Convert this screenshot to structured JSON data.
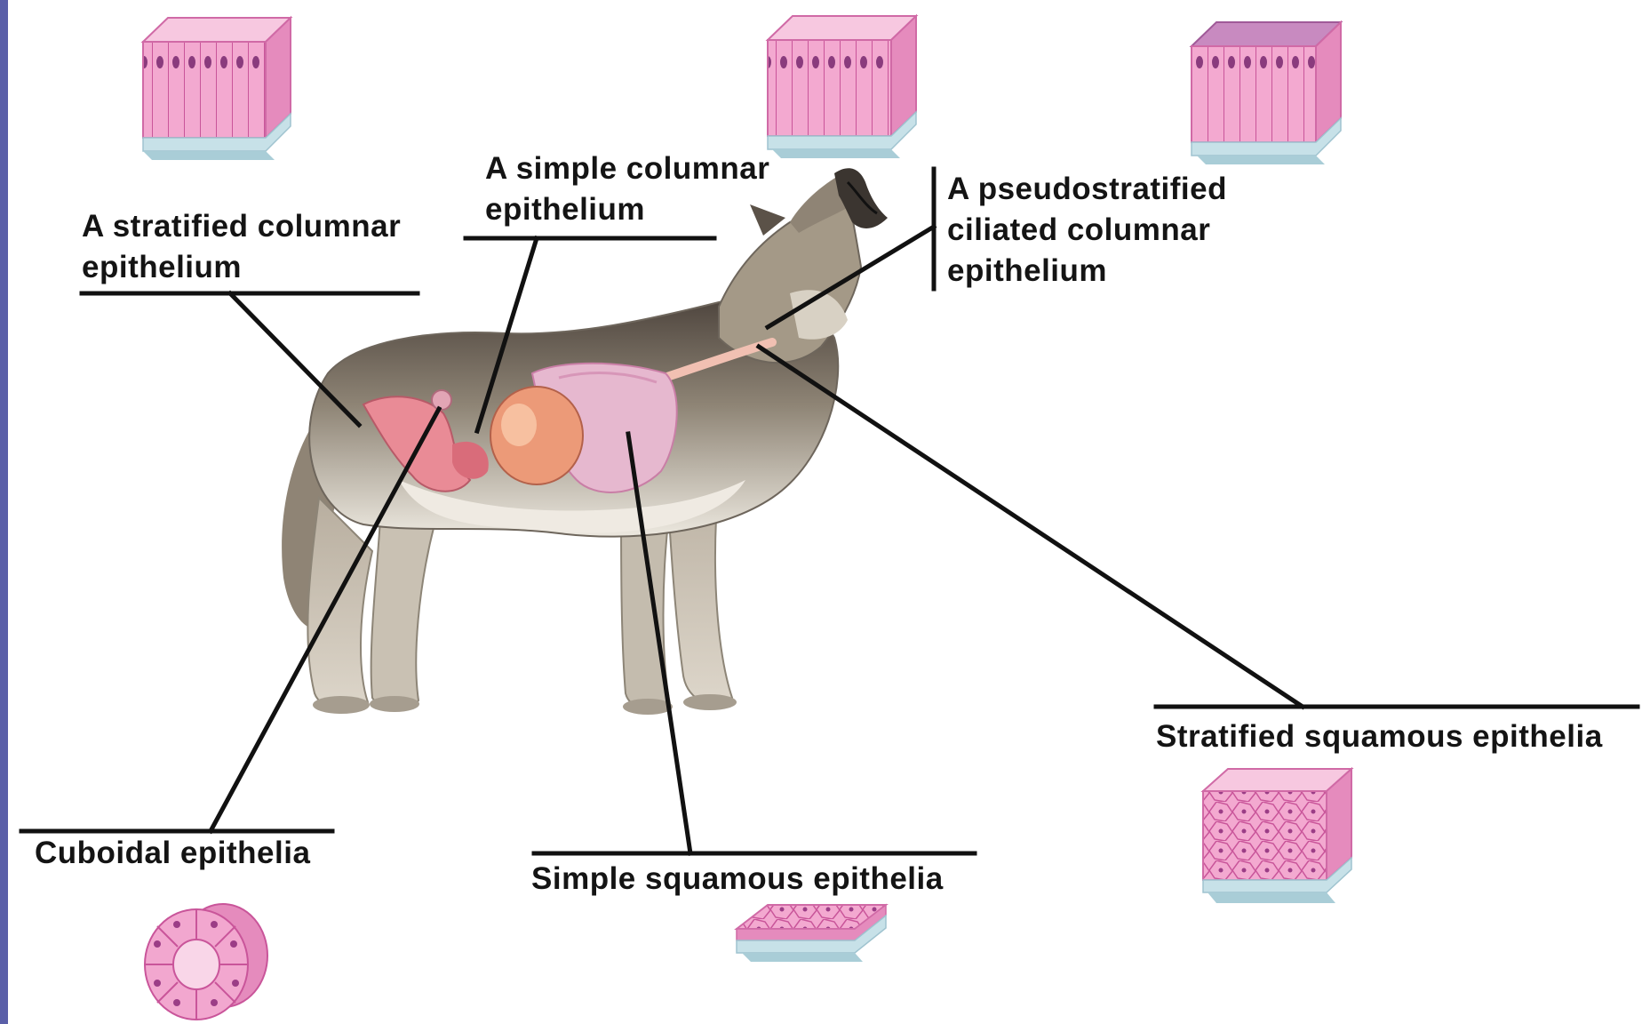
{
  "diagram": {
    "labels": {
      "stratified_columnar": [
        "A stratified columnar",
        "epithelium"
      ],
      "simple_columnar": [
        "A simple columnar",
        "epithelium"
      ],
      "pseudostratified": [
        "A pseudostratified",
        "ciliated columnar",
        "epithelium"
      ],
      "stratified_squamous": "Stratified squamous epithelia",
      "cuboidal": "Cuboidal epithelia",
      "simple_squamous": "Simple squamous epithelia"
    },
    "subject_icon": "howling-wolf-anatomy-icon",
    "tissue_icons": [
      "stratified-columnar-tissue-icon",
      "simple-columnar-tissue-icon",
      "pseudostratified-tissue-icon",
      "stratified-squamous-tissue-icon",
      "cuboidal-tube-icon",
      "simple-squamous-tissue-icon"
    ]
  },
  "colors": {
    "frame": "#5a5fa8",
    "background": "#ffffff",
    "leader_line": "#111111",
    "tissue_pink": "#e98fc0",
    "tissue_light": "#f6c4de",
    "basement": "#bcd9e2"
  }
}
